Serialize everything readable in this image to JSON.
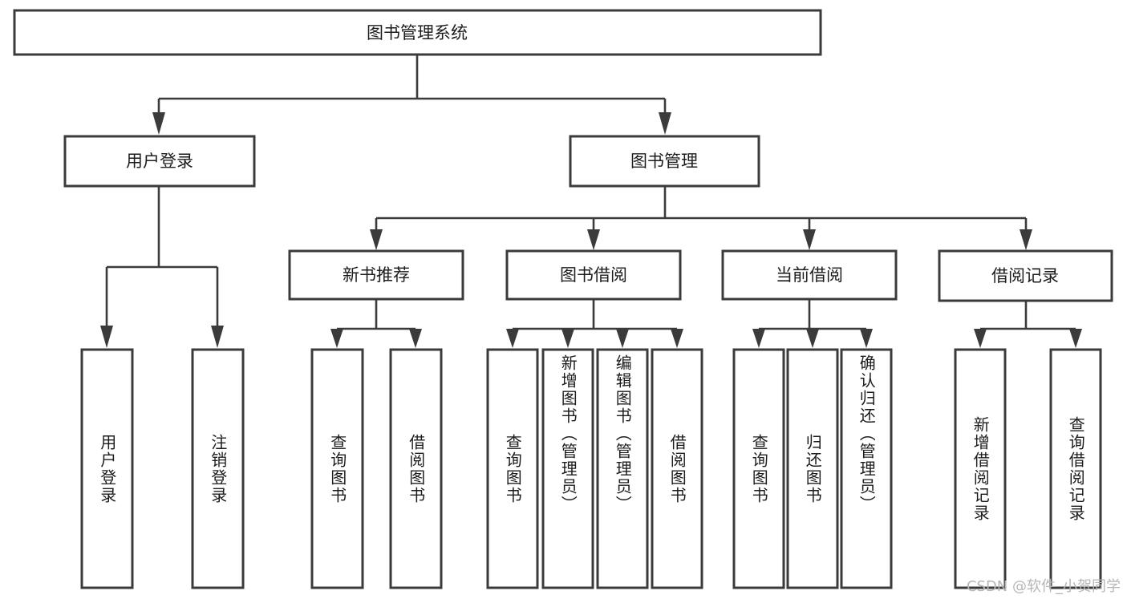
{
  "diagram": {
    "title": "图书管理系统",
    "type": "tree-hierarchy-chart",
    "orientation": "top-down",
    "style": {
      "box_fill": "#ffffff",
      "box_stroke": "#3b3b3b",
      "text_color": "#1c1c1c",
      "background": "#ffffff",
      "watermark_color": "#b6b6b6"
    },
    "root": {
      "id": "root",
      "label": "图书管理系统"
    },
    "level2": [
      {
        "id": "user-login",
        "label": "用户登录"
      },
      {
        "id": "book-manage",
        "label": "图书管理"
      }
    ],
    "level3": [
      {
        "id": "new-book-recommend",
        "label": "新书推荐",
        "parent": "book-manage"
      },
      {
        "id": "book-borrow",
        "label": "图书借阅",
        "parent": "book-manage"
      },
      {
        "id": "current-borrow",
        "label": "当前借阅",
        "parent": "book-manage"
      },
      {
        "id": "borrow-record",
        "label": "借阅记录",
        "parent": "book-manage"
      }
    ],
    "leaves": {
      "user-login": [
        {
          "id": "leaf-user-login",
          "label": "用户登录"
        },
        {
          "id": "leaf-user-logout",
          "label": "注销登录"
        }
      ],
      "new-book-recommend": [
        {
          "id": "leaf-query-book-1",
          "label": "查询图书"
        },
        {
          "id": "leaf-borrow-book-1",
          "label": "借阅图书"
        }
      ],
      "book-borrow": [
        {
          "id": "leaf-query-book-2",
          "label": "查询图书"
        },
        {
          "id": "leaf-add-book",
          "label": "新增图书（管理员）"
        },
        {
          "id": "leaf-edit-book",
          "label": "编辑图书（管理员）"
        },
        {
          "id": "leaf-borrow-book-2",
          "label": "借阅图书"
        }
      ],
      "current-borrow": [
        {
          "id": "leaf-query-book-3",
          "label": "查询图书"
        },
        {
          "id": "leaf-return-book",
          "label": "归还图书"
        },
        {
          "id": "leaf-confirm-return",
          "label": "确认归还（管理员）"
        }
      ],
      "borrow-record": [
        {
          "id": "leaf-add-record",
          "label": "新增借阅记录"
        },
        {
          "id": "leaf-query-record",
          "label": "查询借阅记录"
        }
      ]
    }
  },
  "watermark": {
    "text": "CSDN @软件_小贺同学"
  }
}
